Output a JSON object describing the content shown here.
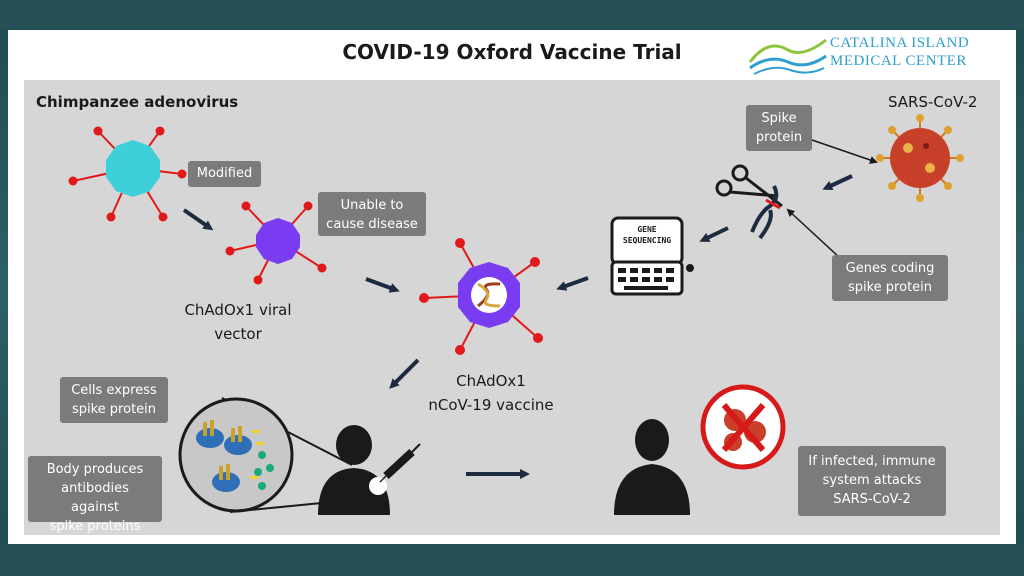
{
  "header": {
    "title": "COVID-19 Oxford Vaccine Trial",
    "logo": {
      "line1": "CATALINA ISLAND",
      "line2": "MEDICAL CENTER"
    }
  },
  "labels": {
    "chimp": "Chimpanzee adenovirus",
    "sars": "SARS-CoV-2",
    "vector_line1": "ChAdOx1 viral",
    "vector_line2": "vector",
    "vaccine_line1": "ChAdOx1",
    "vaccine_line2": "nCoV-19 vaccine",
    "gene_line1": "GENE",
    "gene_line2": "SEQUENCING"
  },
  "boxes": {
    "modified": "Modified",
    "unable_line1": "Unable to",
    "unable_line2": "cause disease",
    "spike_line1": "Spike",
    "spike_line2": "protein",
    "genes_line1": "Genes coding",
    "genes_line2": "spike protein",
    "cells_line1": "Cells express",
    "cells_line2": "spike protein",
    "body_line1": "Body produces",
    "body_line2": "antibodies against",
    "body_line3": "spike proteins",
    "infected_line1": "If infected, immune",
    "infected_line2": "system attacks",
    "infected_line3": "SARS-CoV-2"
  },
  "colors": {
    "background": "#2c6167",
    "panel": "#d6d6d6",
    "box": "#7b7b7b",
    "adenovirus": "#3fcfd8",
    "vector": "#7a3cf0",
    "spike_tip": "#e01a1a",
    "arrow": "#1c2b3f",
    "covid": "#c8402a",
    "logo": "#2f9fd0"
  }
}
